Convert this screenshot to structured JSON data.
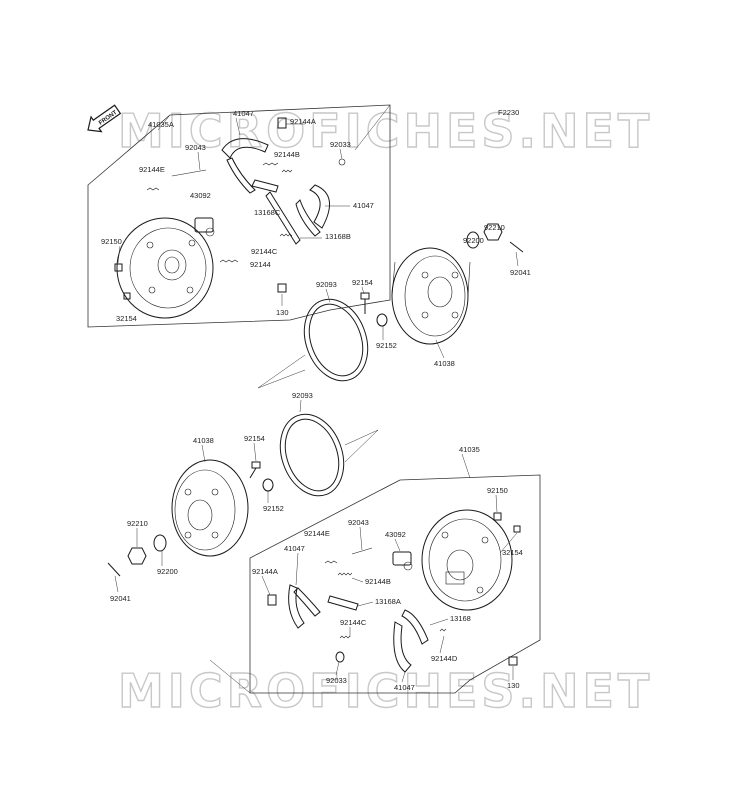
{
  "figure_code": "F2230",
  "watermark": "MICROFICHES.NET",
  "front_arrow": "FRONT",
  "top_group": {
    "assembly": "41035A",
    "labels": [
      "41047",
      "92144A",
      "92043",
      "92144B",
      "92033",
      "92144E",
      "43092",
      "13168C",
      "41047",
      "92150",
      "92144C",
      "13168B",
      "92144",
      "32154",
      "130"
    ]
  },
  "drum_top": {
    "labels": [
      "92093",
      "92154",
      "92200",
      "92210",
      "92041",
      "92152",
      "41038"
    ]
  },
  "drum_bottom": {
    "labels": [
      "92093",
      "41038",
      "92154",
      "92152",
      "92210",
      "92200",
      "92041"
    ]
  },
  "bottom_group": {
    "assembly": "41035",
    "labels": [
      "92150",
      "92043",
      "92144E",
      "43092",
      "32154",
      "41047",
      "92144A",
      "92144B",
      "13168A",
      "92144C",
      "13168",
      "92144D",
      "92033",
      "41047",
      "130"
    ]
  }
}
